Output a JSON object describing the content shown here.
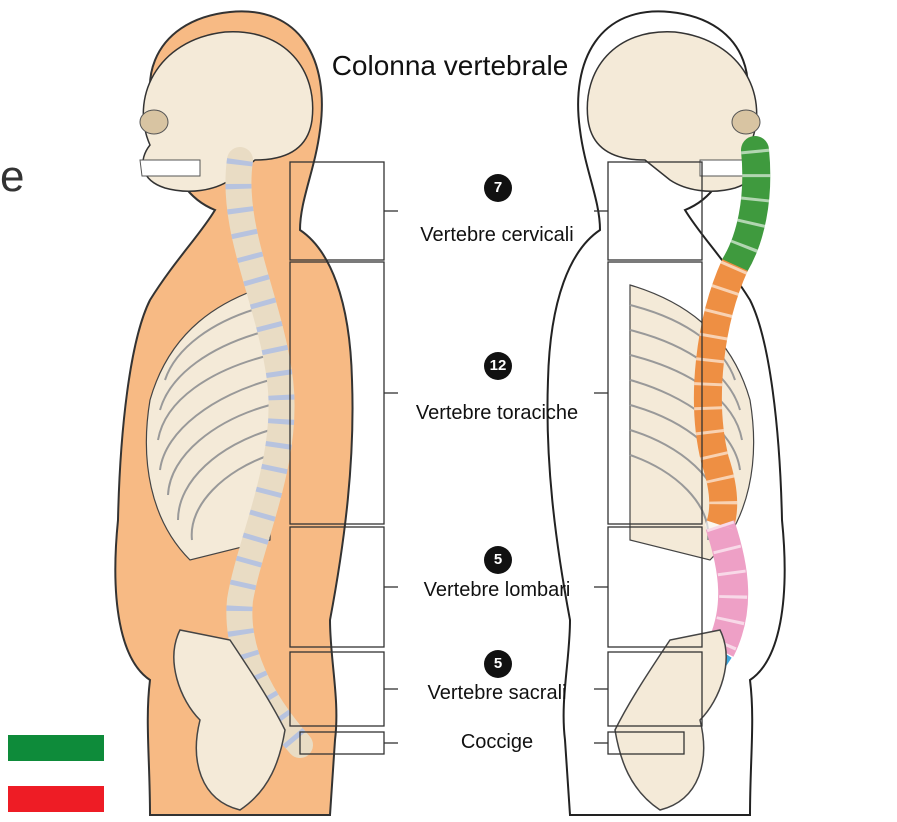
{
  "title": "Colonna vertebrale",
  "stray_text": "e",
  "colors": {
    "skin": "#f7ba84",
    "bone": "#f4ead8",
    "disc": "#b7c3df",
    "cervical": "#3f9a3e",
    "thoracic": "#ee8f43",
    "lumbar": "#eea0c6",
    "sacral": "#3ea6dc",
    "coccyx": "#a68bc9",
    "flag_green": "#0e8b3a",
    "flag_red": "#ee1c25"
  },
  "regions": [
    {
      "count": "7",
      "label": "Vertebre cervicali"
    },
    {
      "count": "12",
      "label": "Vertebre toraciche"
    },
    {
      "count": "5",
      "label": "Vertebre lombari"
    },
    {
      "count": "5",
      "label": "Vertebre sacrali"
    },
    {
      "count": "",
      "label": "Coccige"
    }
  ]
}
